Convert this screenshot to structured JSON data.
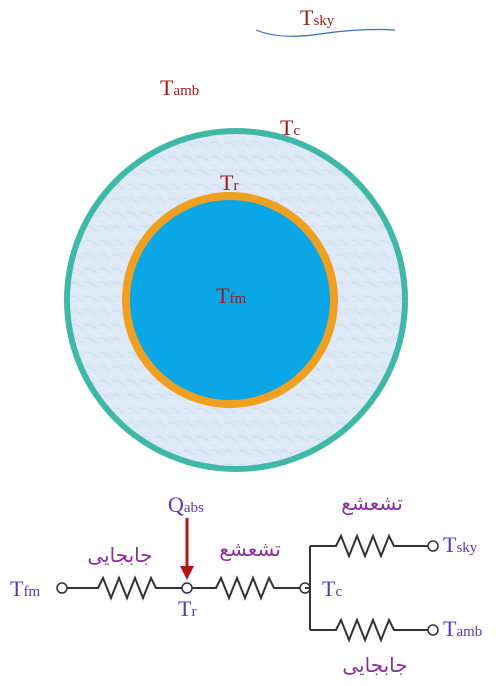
{
  "diagram": {
    "sky_label": {
      "main": "T",
      "sub": "sky"
    },
    "ambient_label": {
      "main": "T",
      "sub": "amb"
    },
    "cover_label": {
      "main": "T",
      "sub": "c"
    },
    "receiver_label": {
      "main": "T",
      "sub": "r"
    },
    "fluid_label": {
      "main": "T",
      "sub": "fm"
    }
  },
  "circuit": {
    "heat_input": {
      "main": "Q",
      "sub": "abs"
    },
    "fluid_node": {
      "main": "T",
      "sub": "fm"
    },
    "receiver_node": {
      "main": "T",
      "sub": "r"
    },
    "cover_node": {
      "main": "T",
      "sub": "c"
    },
    "sky_node": {
      "main": "T",
      "sub": "sky"
    },
    "ambient_node": {
      "main": "T",
      "sub": "amb"
    },
    "convection_label": "جابجایی",
    "radiation_label": "تشعشع"
  },
  "colors": {
    "label_red": "#a01b1b",
    "label_purple": "#5b38b8",
    "persian_text": "#8b2f9e",
    "fluid_blue": "#0aa6e6",
    "receiver_orange": "#f0a020",
    "cover_teal": "#3fb8a8",
    "insulation_light": "#dde9f6",
    "arrow_red": "#b01818"
  }
}
